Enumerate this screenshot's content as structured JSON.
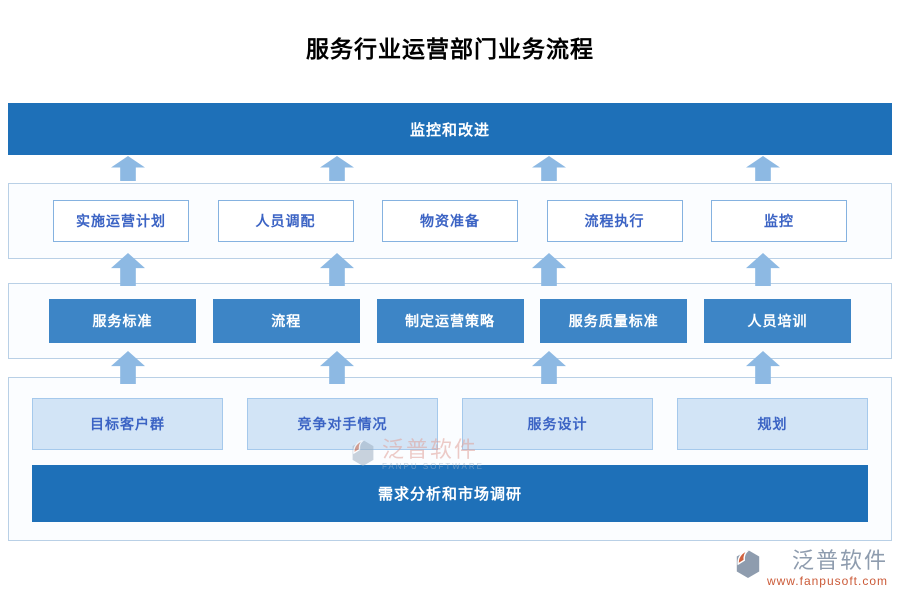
{
  "page": {
    "title": "服务行业运营部门业务流程"
  },
  "colors": {
    "bar_blue": "#1e70b8",
    "mid_blue": "#3d85c6",
    "arrow_blue": "#8db9e3",
    "light_box_fill": "#d2e4f6",
    "light_box_border": "#a5c9ec",
    "box_text_blue": "#3b63c4",
    "layer_border": "#b9d0e6",
    "brand_grey": "#8e9cae",
    "brand_orange": "#cb5a38"
  },
  "monitor_bar": {
    "label": "监控和改进"
  },
  "execution_row": {
    "items": [
      "实施运营计划",
      "人员调配",
      "物资准备",
      "流程执行",
      "监控"
    ]
  },
  "standards_row": {
    "items": [
      "服务标准",
      "流程",
      "制定运营策略",
      "服务质量标准",
      "人员培训"
    ]
  },
  "research_row": {
    "items": [
      "目标客户群",
      "竞争对手情况",
      "服务设计",
      "规划"
    ]
  },
  "demand_bar": {
    "label": "需求分析和市场调研"
  },
  "watermark": {
    "brand": "泛普软件",
    "subtitle": "FANPU SOFTWARE"
  },
  "footer": {
    "brand": "泛普软件",
    "url": "www.fanpusoft.com"
  }
}
